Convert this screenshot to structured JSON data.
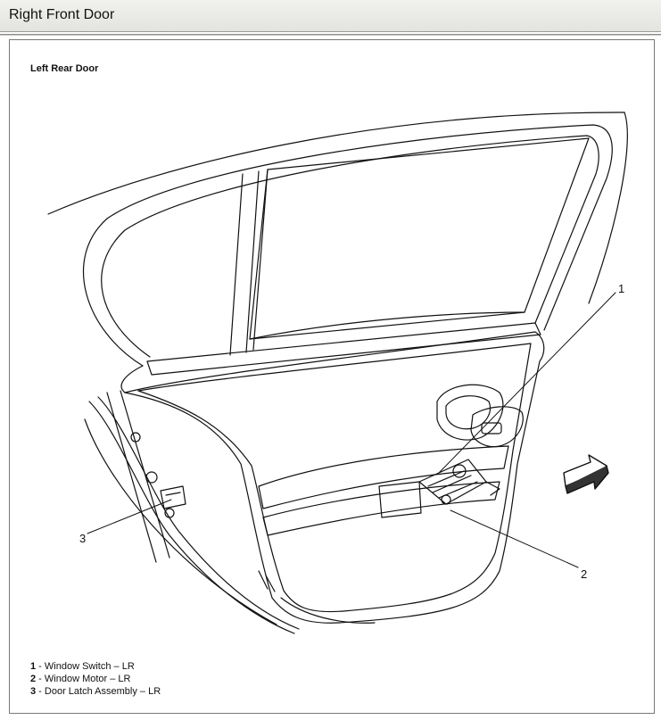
{
  "header": {
    "title": "Right Front Door"
  },
  "diagram": {
    "title": "Left Rear Door",
    "callouts": [
      "1",
      "2",
      "3"
    ],
    "legend": [
      {
        "num": "1",
        "sep": " - ",
        "label": "Window Switch – LR"
      },
      {
        "num": "2",
        "sep": " - ",
        "label": "Window Motor – LR"
      },
      {
        "num": "3",
        "sep": " - ",
        "label": "Door Latch Assembly – LR"
      }
    ]
  },
  "icons": {
    "direction_arrow": "forward-arrow-icon"
  }
}
